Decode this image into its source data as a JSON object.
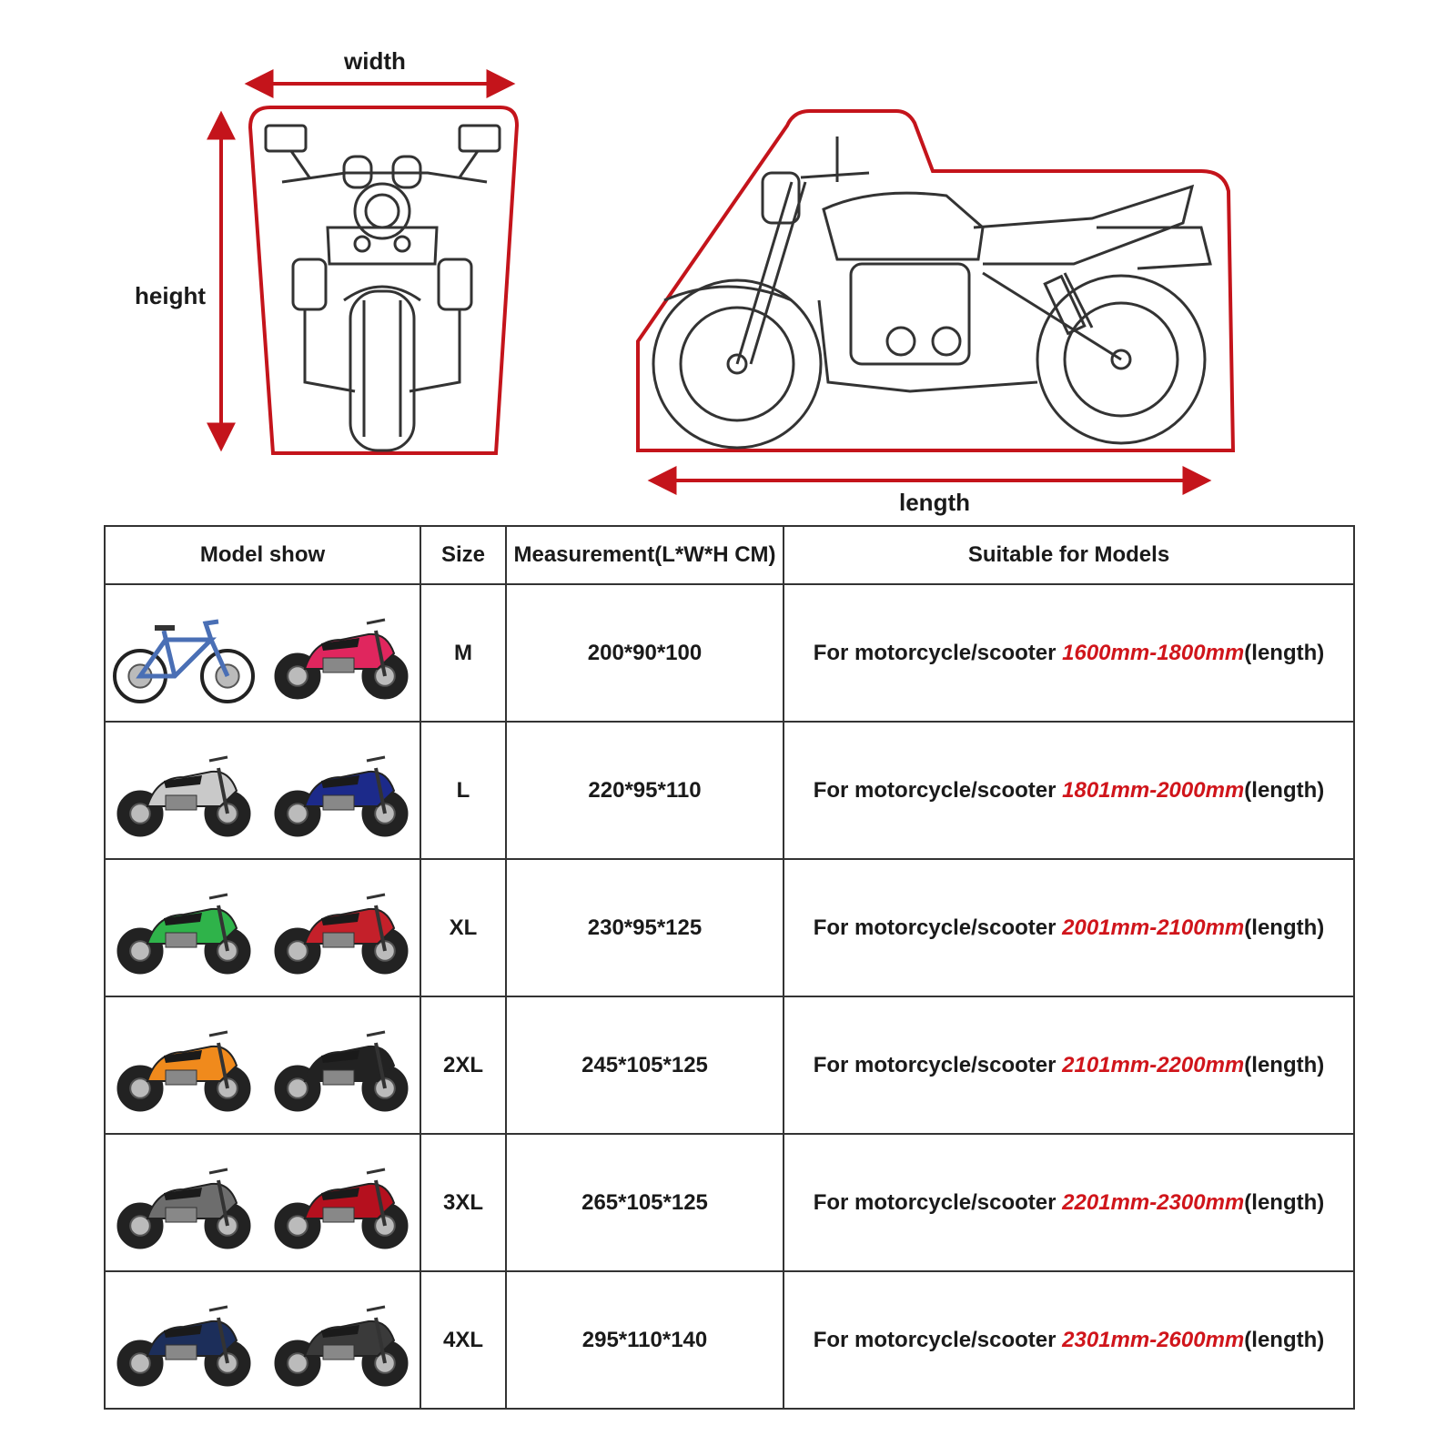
{
  "diagram": {
    "width_label": "width",
    "height_label": "height",
    "length_label": "length",
    "outline_color": "#c4141b"
  },
  "table": {
    "headers": {
      "model_show": "Model show",
      "size": "Size",
      "measurement": "Measurement(L*W*H CM)",
      "suitable": "Suitable for Models"
    },
    "rows": [
      {
        "size": "M",
        "measurement": "200*90*100",
        "prefix": "For motorcycle/scooter ",
        "range": "1600mm-1800mm",
        "suffix": "(length)",
        "models": [
          "bicycle-image",
          "scooter-image"
        ],
        "colors": [
          "#4a6fb5",
          "#e0265e"
        ]
      },
      {
        "size": "L",
        "measurement": "220*95*110",
        "prefix": "For motorcycle/scooter ",
        "range": "1801mm-2000mm",
        "suffix": "(length)",
        "models": [
          "underbone-motorcycle-image",
          "scooter-image"
        ],
        "colors": [
          "#c9c9c9",
          "#1c2a8a"
        ]
      },
      {
        "size": "XL",
        "measurement": "230*95*125",
        "prefix": "For motorcycle/scooter ",
        "range": "2001mm-2100mm",
        "suffix": "(length)",
        "models": [
          "sport-motorcycle-image",
          "sport-motorcycle-image"
        ],
        "colors": [
          "#2fb34a",
          "#c4202a"
        ]
      },
      {
        "size": "2XL",
        "measurement": "245*105*125",
        "prefix": "For motorcycle/scooter ",
        "range": "2101mm-2200mm",
        "suffix": "(length)",
        "models": [
          "dirt-bike-image",
          "naked-motorcycle-image"
        ],
        "colors": [
          "#f08a1c",
          "#222222"
        ]
      },
      {
        "size": "3XL",
        "measurement": "265*105*125",
        "prefix": "For motorcycle/scooter ",
        "range": "2201mm-2300mm",
        "suffix": "(length)",
        "models": [
          "touring-motorcycle-image",
          "maxi-scooter-image"
        ],
        "colors": [
          "#6d6d6d",
          "#b5101e"
        ]
      },
      {
        "size": "4XL",
        "measurement": "295*110*140",
        "prefix": "For motorcycle/scooter ",
        "range": "2301mm-2600mm",
        "suffix": "(length)",
        "models": [
          "cruiser-motorcycle-image",
          "goldwing-motorcycle-image"
        ],
        "colors": [
          "#1c2e5a",
          "#3a3a3a"
        ]
      }
    ]
  }
}
